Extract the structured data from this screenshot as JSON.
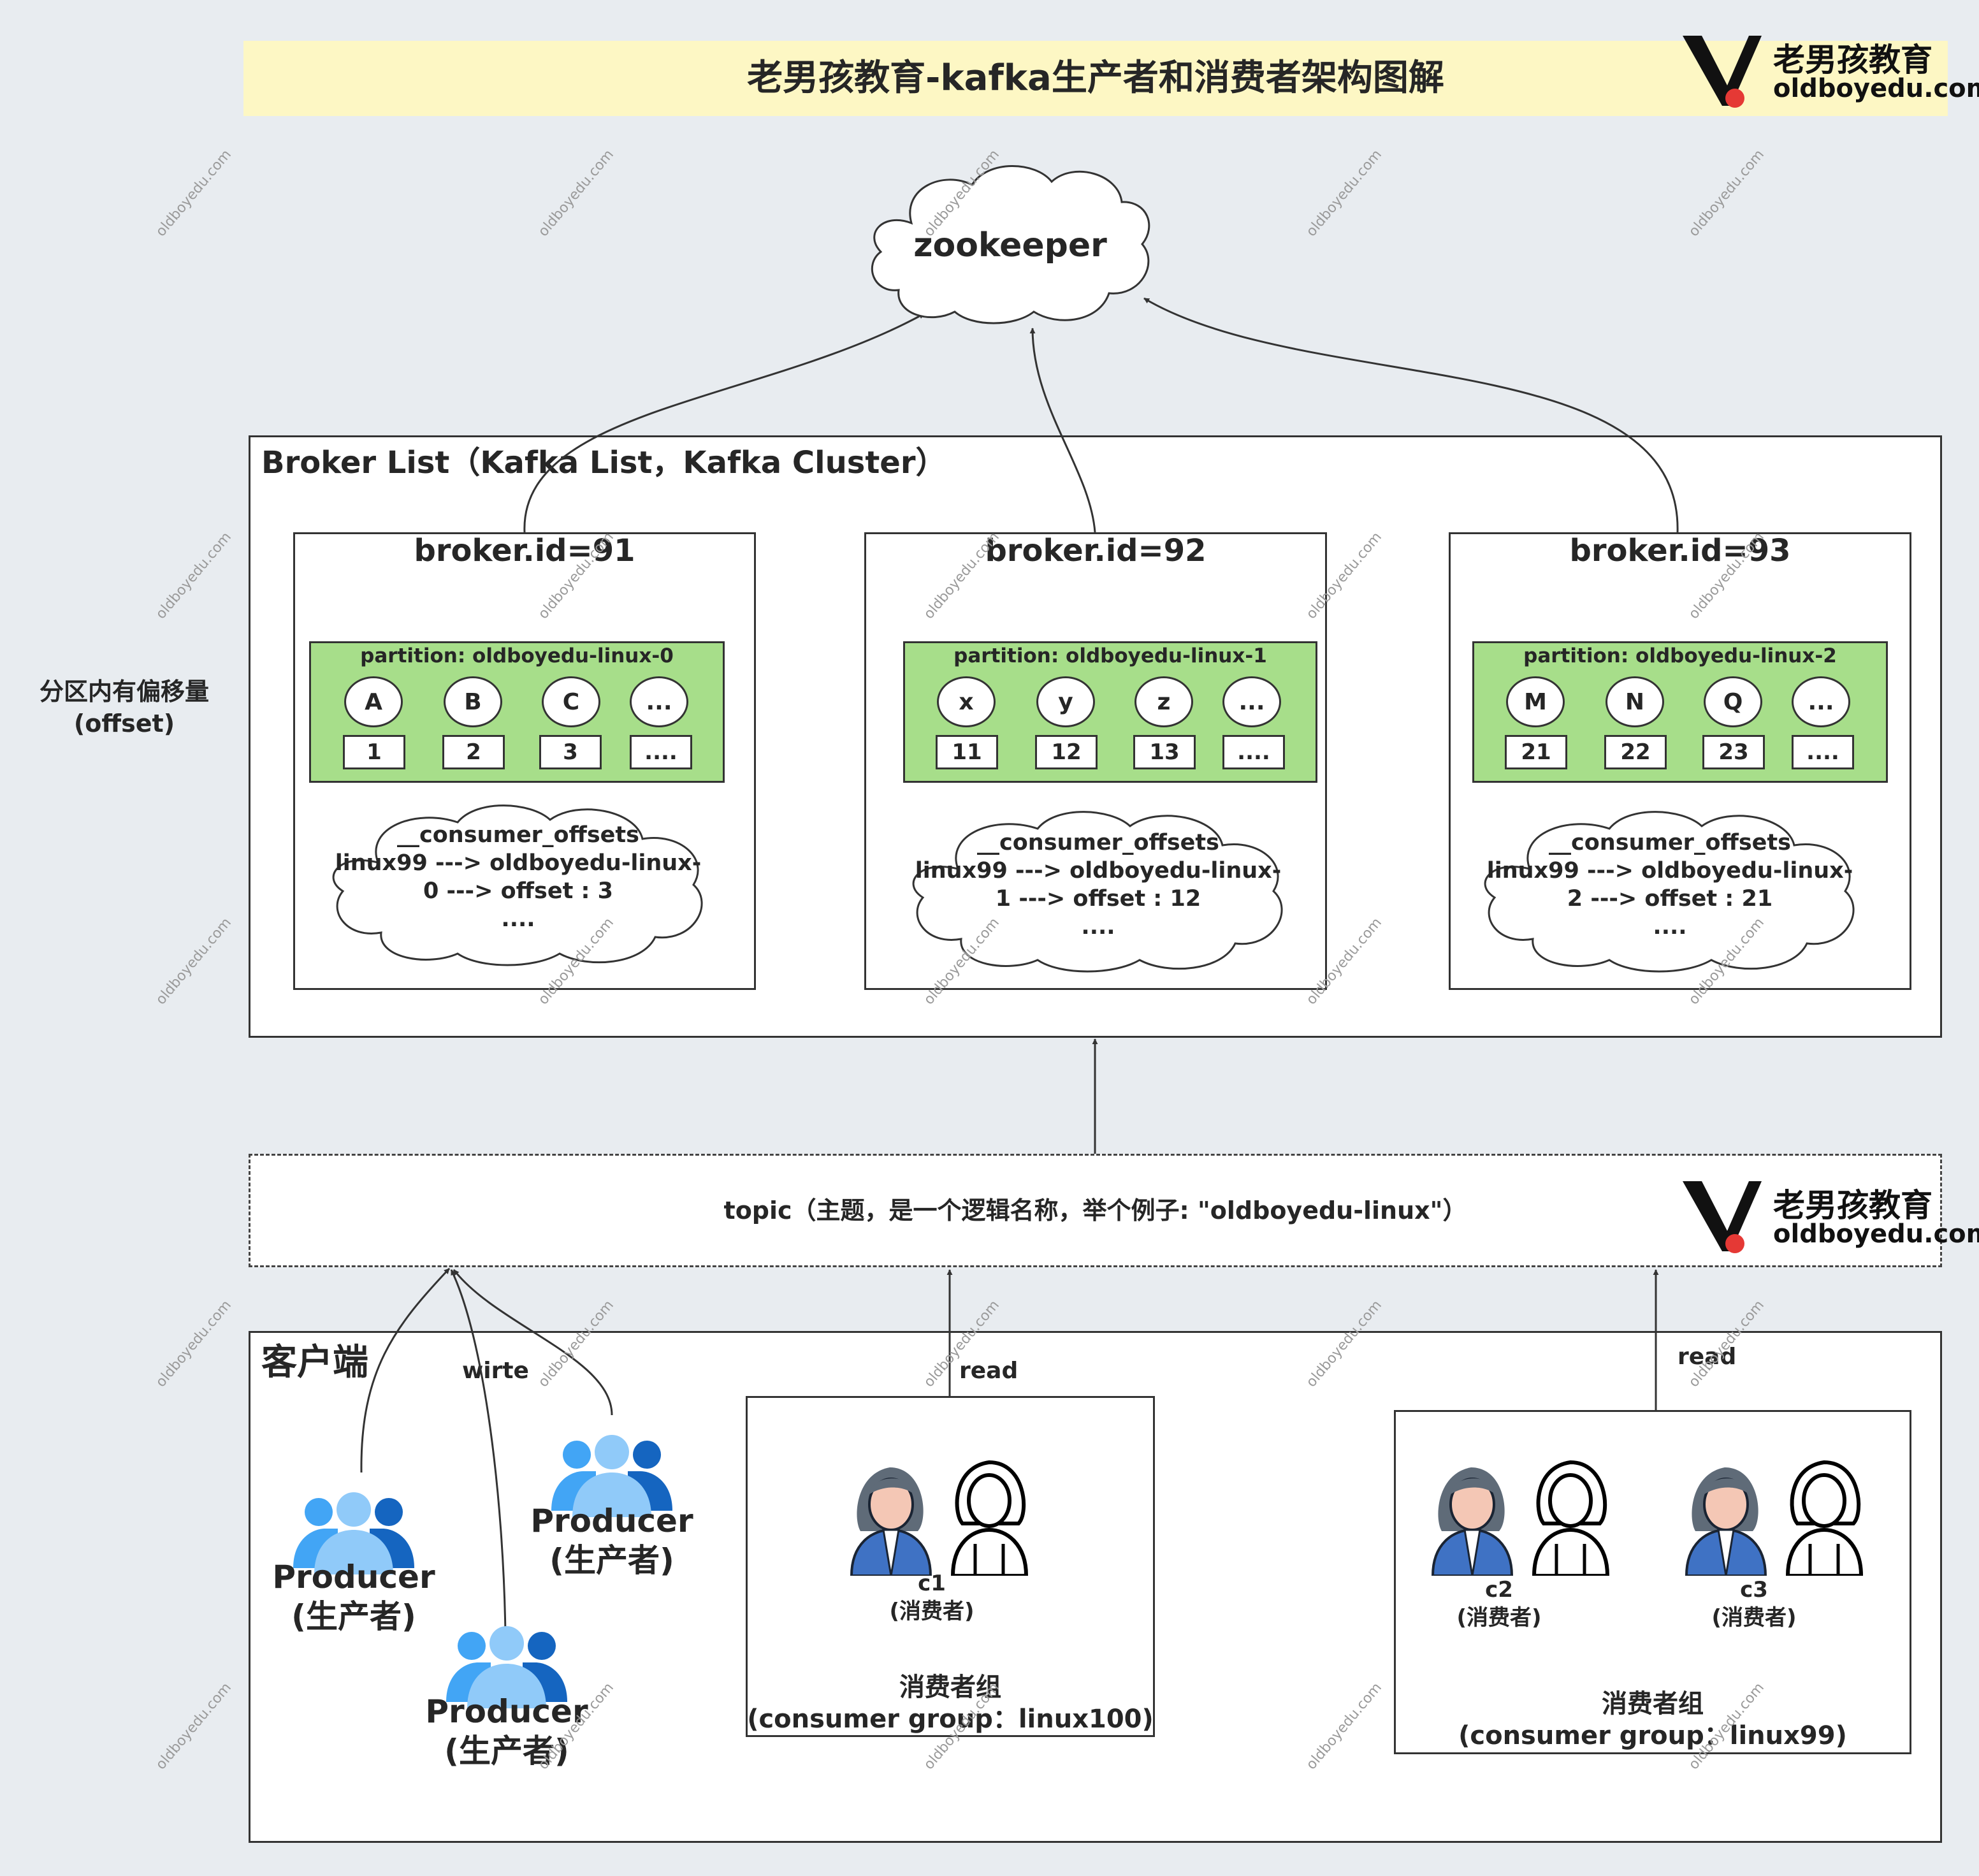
{
  "title": "老男孩教育-kafka生产者和消费者架构图解",
  "logo": {
    "cn": "老男孩教育",
    "en": "oldboyedu.com"
  },
  "zookeeper": "zookeeper",
  "broker_list": {
    "title": "Broker List（Kafka List，Kafka Cluster）"
  },
  "offset_note": {
    "line1": "分区内有偏移量",
    "line2": "(offset)"
  },
  "brokers": [
    {
      "title": "broker.id=91",
      "partition": "partition: oldboyedu-linux-0",
      "messages": [
        "A",
        "B",
        "C",
        "..."
      ],
      "offsets": [
        "1",
        "2",
        "3",
        "...."
      ],
      "cloud": [
        "__consumer_offsets",
        "linux99 ---> oldboyedu-linux-",
        "0 ---> offset : 3",
        "...."
      ]
    },
    {
      "title": "broker.id=92",
      "partition": "partition: oldboyedu-linux-1",
      "messages": [
        "x",
        "y",
        "z",
        "..."
      ],
      "offsets": [
        "11",
        "12",
        "13",
        "...."
      ],
      "cloud": [
        "__consumer_offsets",
        "linux99 ---> oldboyedu-linux-",
        "1 ---> offset : 12",
        "...."
      ]
    },
    {
      "title": "broker.id=93",
      "partition": "partition: oldboyedu-linux-2",
      "messages": [
        "M",
        "N",
        "Q",
        "..."
      ],
      "offsets": [
        "21",
        "22",
        "23",
        "...."
      ],
      "cloud": [
        "__consumer_offsets",
        "linux99 ---> oldboyedu-linux-",
        "2 ---> offset : 21",
        "...."
      ]
    }
  ],
  "topic": "topic（主题，是一个逻辑名称，举个例子: \"oldboyedu-linux\"）",
  "client": {
    "title": "客户端",
    "write_label": "wirte",
    "read_label": "read",
    "producer": {
      "line1": "Producer",
      "line2": "(生产者)"
    },
    "consumers": [
      {
        "name": "c1",
        "role": "(消费者)"
      },
      {
        "name": "c2",
        "role": "(消费者)"
      },
      {
        "name": "c3",
        "role": "(消费者)"
      }
    ],
    "groups": [
      {
        "line1": "消费者组",
        "line2": "(consumer group：linux100)"
      },
      {
        "line1": "消费者组",
        "line2": "(consumer group：linux99)"
      }
    ]
  },
  "watermark": "oldboyedu.com",
  "colors": {
    "title_bg": "#fdf7c4",
    "partition_bg": "#a7de8a",
    "producer_dark": "#1565c0",
    "producer_mid": "#42a5f5",
    "producer_light": "#90caf9",
    "consumer_blue": "#3f72c4",
    "logo_red": "#e53935"
  }
}
